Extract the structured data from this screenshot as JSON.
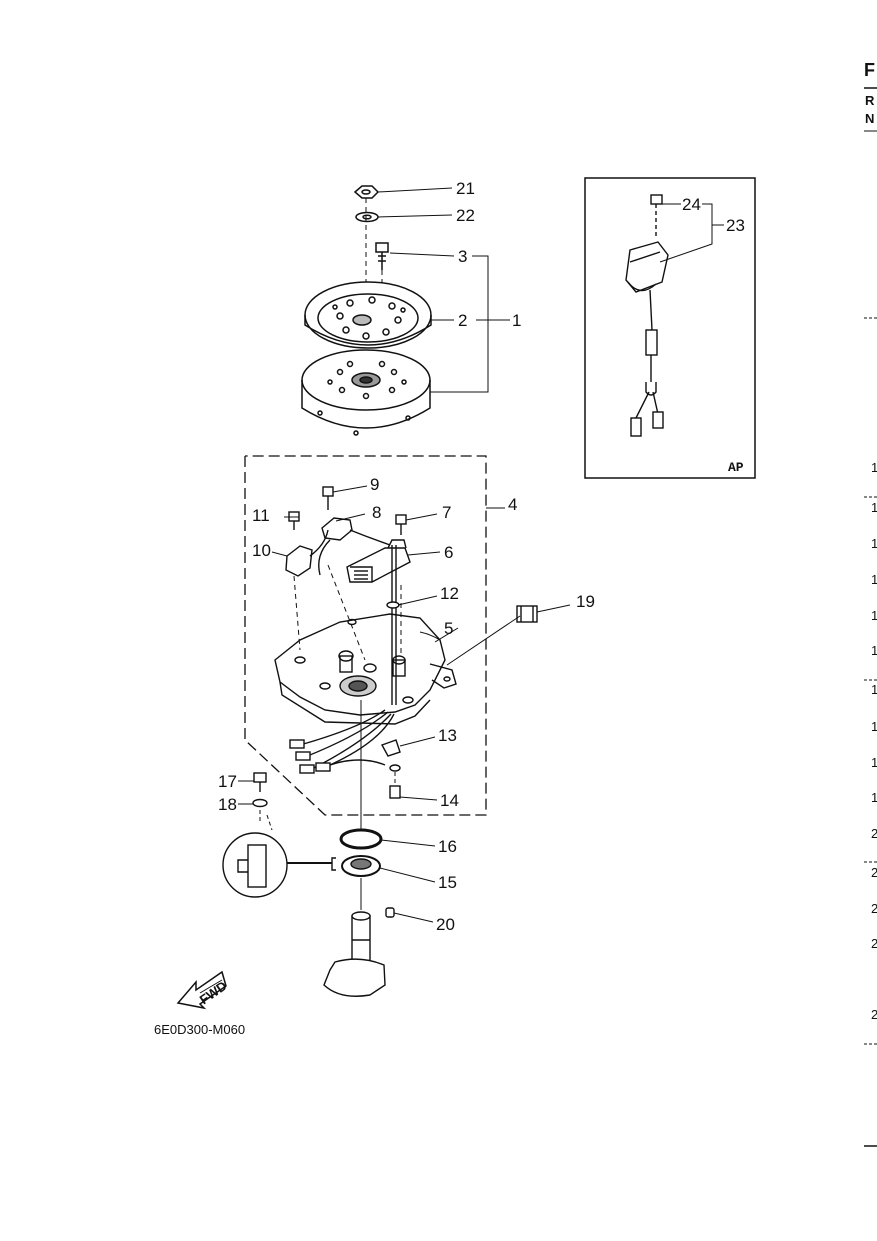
{
  "callouts": {
    "c1": "1",
    "c2": "2",
    "c3": "3",
    "c4": "4",
    "c5": "5",
    "c6": "6",
    "c7": "7",
    "c8": "8",
    "c9": "9",
    "c10": "10",
    "c11": "11",
    "c12": "12",
    "c13": "13",
    "c14": "14",
    "c15": "15",
    "c16": "16",
    "c17": "17",
    "c18": "18",
    "c19": "19",
    "c20": "20",
    "c21": "21",
    "c22": "22",
    "c23": "23",
    "c24": "24"
  },
  "inset_label": "AP",
  "fwd_label": "FWD",
  "figure_code": "6E0D300-M060",
  "right_edge": {
    "header": [
      "F",
      "R",
      "N"
    ],
    "rows": [
      "1",
      "1",
      "1",
      "1",
      "1",
      "1",
      "1",
      "1",
      "1",
      "1",
      "2",
      "2",
      "2",
      "2",
      "2"
    ]
  }
}
